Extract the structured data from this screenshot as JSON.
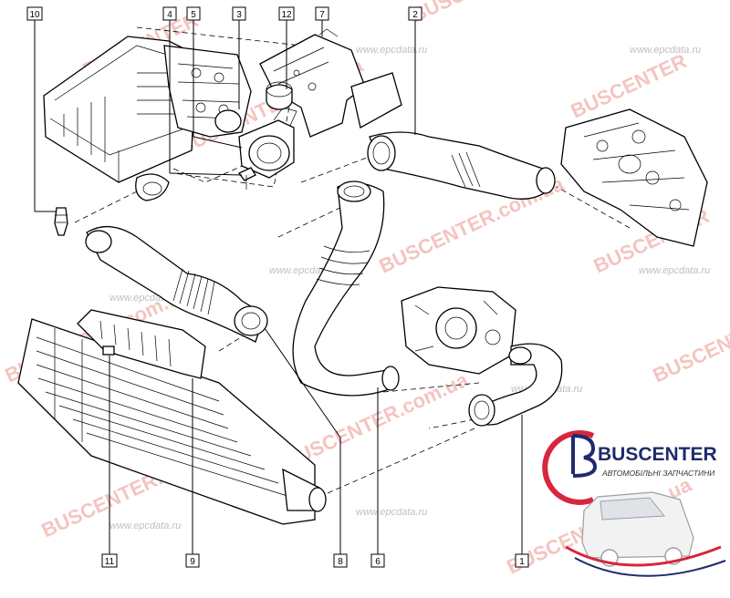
{
  "callouts": [
    {
      "id": "c10",
      "label": "10"
    },
    {
      "id": "c4",
      "label": "4"
    },
    {
      "id": "c5",
      "label": "5"
    },
    {
      "id": "c3",
      "label": "3"
    },
    {
      "id": "c12",
      "label": "12"
    },
    {
      "id": "c7",
      "label": "7"
    },
    {
      "id": "c2",
      "label": "2"
    },
    {
      "id": "c11",
      "label": "11"
    },
    {
      "id": "c9",
      "label": "9"
    },
    {
      "id": "c8",
      "label": "8"
    },
    {
      "id": "c6",
      "label": "6"
    },
    {
      "id": "c1",
      "label": "1"
    }
  ],
  "watermarks": {
    "brand_text": "BUSCENTER",
    "domain_text": "BUSCENTER.com.ua",
    "site_text": "www.epcdata.ru"
  },
  "logo": {
    "name": "BUSCENTER",
    "subtitle": "АВТОМОБІЛЬНІ ЗАПЧАСТИНИ",
    "colors": {
      "c_red": "#d7263d",
      "c_blue": "#1f2b6b",
      "c_grey": "#9aa0a6"
    }
  }
}
